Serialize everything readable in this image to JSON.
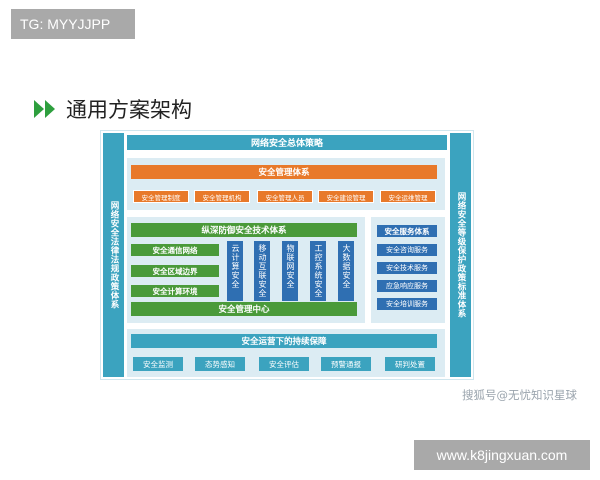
{
  "top_tag": "TG: MYYJJPP",
  "heading": "通用方案架构",
  "diagram": {
    "top_bar": "网络安全总体策略",
    "left_bar": "网络安全法律法规政策体系",
    "right_bar": "网络安全等级保护政策标准体系",
    "management_system": {
      "title": "安全管理体系",
      "items": [
        "安全管理制度",
        "安全管理机构",
        "安全管理人员",
        "安全建设管理",
        "安全运维管理"
      ]
    },
    "tech_system": {
      "title": "纵深防御安全技术体系",
      "left_items": [
        "安全通信网络",
        "安全区域边界",
        "安全计算环境"
      ],
      "columns": [
        "云计算安全",
        "移动互联安全",
        "物联网安全",
        "工控系统安全",
        "大数据安全"
      ],
      "footer": "安全管理中心"
    },
    "service_system": {
      "title": "安全服务体系",
      "items": [
        "安全咨询服务",
        "安全技术服务",
        "应急响应服务",
        "安全培训服务"
      ]
    },
    "ops": {
      "title": "安全运营下的持续保障",
      "items": [
        "安全监测",
        "态势感知",
        "安全评估",
        "预警通报",
        "研判处置"
      ]
    }
  },
  "watermark": "搜狐号@无忧知识星球",
  "bottom_tag": "www.k8jingxuan.com",
  "colors": {
    "teal": "#3ba3bf",
    "orange": "#e8792a",
    "green": "#4a9a3a",
    "blue": "#2f6fb2",
    "panel": "#dcecf3"
  }
}
